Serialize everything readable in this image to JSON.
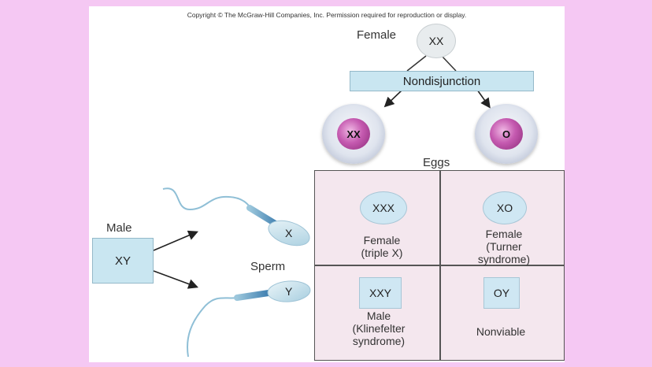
{
  "copyright": "Copyright © The McGraw-Hill Companies, Inc. Permission required for reproduction or display.",
  "female_label": "Female",
  "female_genotype": "XX",
  "nondisjunction_label": "Nondisjunction",
  "eggs": [
    {
      "label": "XX"
    },
    {
      "label": "O"
    }
  ],
  "eggs_label": "Eggs",
  "male_label": "Male",
  "male_genotype": "XY",
  "sperm_label": "Sperm",
  "sperm": [
    {
      "label": "X"
    },
    {
      "label": "Y"
    }
  ],
  "grid": {
    "top_left": {
      "genotype": "XXX",
      "desc": "Female\n(triple X)"
    },
    "top_right": {
      "genotype": "XO",
      "desc": "Female\n(Turner\nsyndrome)"
    },
    "bottom_left": {
      "genotype": "XXY",
      "desc": "Male\n(Klinefelter\nsyndrome)"
    },
    "bottom_right": {
      "genotype": "OY",
      "desc": "Nonviable"
    }
  }
}
